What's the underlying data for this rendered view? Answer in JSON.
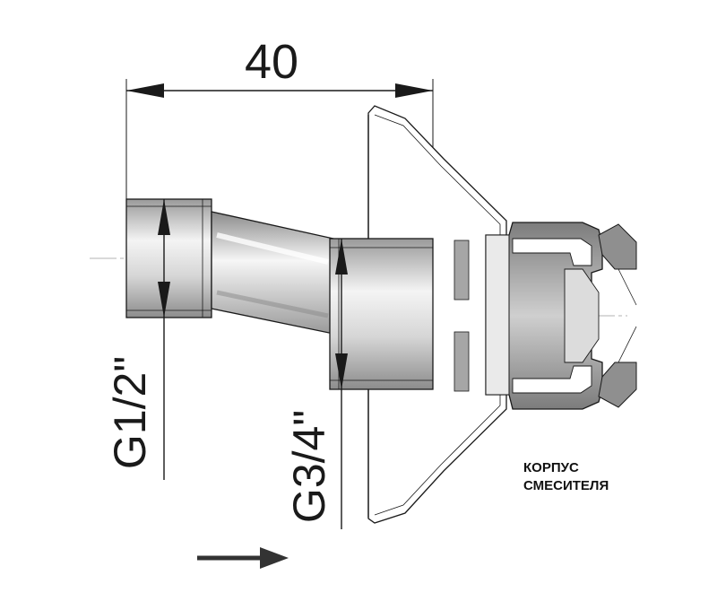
{
  "dimensions": {
    "length": "40",
    "thread_inlet": "G1/2\"",
    "thread_outlet": "G3/4\""
  },
  "label": {
    "line1": "КОРПУС",
    "line2": "СМЕСИТЕЛЯ"
  },
  "colors": {
    "line": "#1a1a1a",
    "metal_dark": "#8e8e8e",
    "metal_mid": "#bdbdbd",
    "metal_light": "#eeeeee",
    "arrow": "#333333"
  }
}
